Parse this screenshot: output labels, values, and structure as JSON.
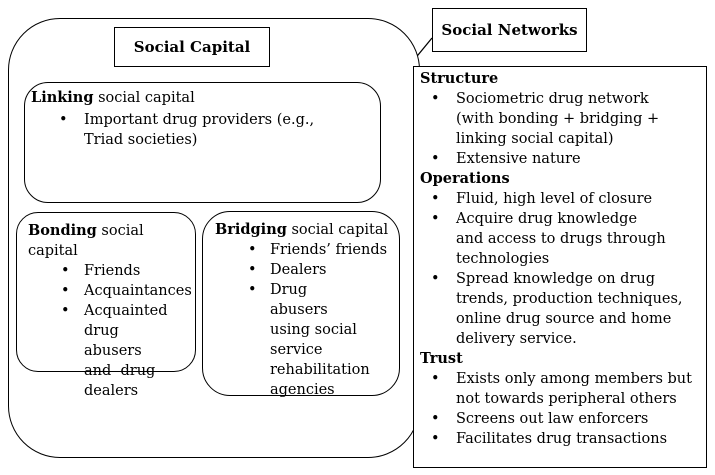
{
  "social_capital": {
    "title": "Social Capital",
    "linking": {
      "heading_bold": "Linking",
      "heading_rest": " social capital",
      "items": [
        "Important drug providers (e.g., Triad societies)"
      ]
    },
    "bonding": {
      "heading_bold": "Bonding",
      "heading_rest": " social capital",
      "items": [
        "Friends",
        "Acquaintances",
        "Acquainted drug abusers and  drug dealers"
      ]
    },
    "bridging": {
      "heading_bold": "Bridging",
      "heading_rest": " social capital",
      "items": [
        "Friends’ friends",
        "Dealers",
        "Drug abusers using social service rehabilitation agencies"
      ]
    }
  },
  "social_networks": {
    "title": "Social Networks",
    "sections": [
      {
        "heading": "Structure",
        "items": [
          "Sociometric drug network (with bonding + bridging + linking social capital)",
          "Extensive nature"
        ]
      },
      {
        "heading": "Operations",
        "items": [
          "Fluid, high level of closure",
          "Acquire drug knowledge and access to drugs through technologies",
          "Spread knowledge on drug trends, production techniques, online drug source and home delivery service."
        ]
      },
      {
        "heading": "Trust",
        "items": [
          "Exists only among members but not towards peripheral others",
          "Screens out law enforcers",
          "Facilitates drug transactions"
        ]
      }
    ]
  },
  "bullet_char": "•"
}
